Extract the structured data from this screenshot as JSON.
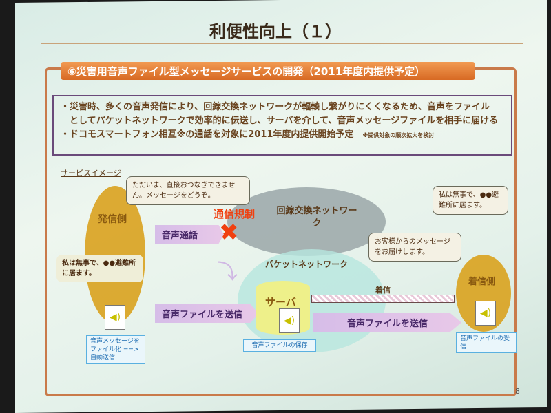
{
  "title": "利便性向上（１）",
  "header": "⑥災害用音声ファイル型メッセージサービスの開発（2011年度内提供予定）",
  "bullets": {
    "line1": "・災害時、多くの音声発信により、回線交換ネットワークが輻輳し繋がりにくくなるため、音声をファイル",
    "line2": "　としてパケットネットワークで効率的に伝送し、サーバを介して、音声メッセージファイルを相手に届ける",
    "line3": "・ドコモスマートフォン相互※の通話を対象に2011年度内提供開始予定",
    "note": "※提供対象の順次拡大を検討"
  },
  "diagram": {
    "section_label": "サービスイメージ",
    "caller": "発信側",
    "receiver": "着信側",
    "bubble_guidance": "ただいま、直接おつなぎできません。メッセージをどうぞ。",
    "bubble_caller_msg": "私は無事で、●●避難所に居ます。",
    "bubble_receiver_msg": "私は無事で、●●避難所に居ます。",
    "bubble_delivery": "お客様からのメッセージをお届けします。",
    "restriction": "通信規制",
    "circuit_network": "回線交換ネットワーク",
    "packet_network": "パケットネットワーク",
    "server": "サーバ",
    "arrow_voice_call": "音声通話",
    "arrow_send_file_1": "音声ファイルを送信",
    "arrow_send_file_2": "音声ファイルを送信",
    "arrow_incoming": "着信",
    "cap_caller": "音声メッセージをファイル化 ==> 自動送信",
    "cap_server": "音声ファイルの保存",
    "cap_receiver": "音声ファイルの受信",
    "speaker_icon": "speaker-icon",
    "block_icon": "x-mark-icon"
  },
  "page_number": "8",
  "colors": {
    "header": "#e07a30",
    "ellipse": "#d9a21e",
    "restriction": "#f04010",
    "arrow": "#dcc4ec",
    "caption": "#1a6ab0"
  }
}
